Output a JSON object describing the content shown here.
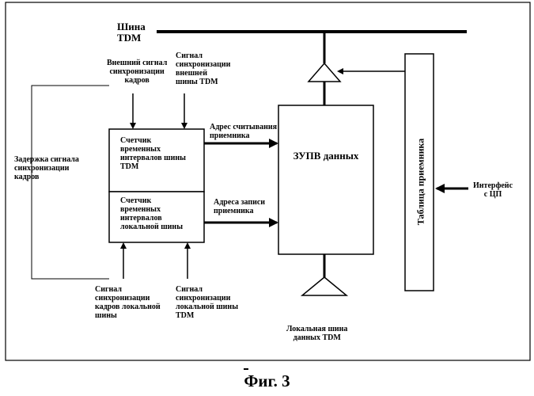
{
  "labels": {
    "tdm_bus": "Шина\nTDM",
    "ext_frame_sync": "Внешний сигнал\nсинхронизации\nкадров",
    "ext_bus_sync": "Сигнал\nсинхронизации\nвнешней\nшины TDM",
    "frame_delay": "Задержка сигнала\nсинхронизации\nкадров",
    "counter_tdm": "Счетчик\nвременных\nинтервалов шины\nTDM",
    "counter_local": "Счетчик\nвременных\nинтервалов\nлокальной шины",
    "read_address": "Адрес считывания\nприемника",
    "write_address": "Адреса записи\nприемника",
    "data_memory": "ЗУПВ данных",
    "receiver_table": "Таблица приемника",
    "cpu_interface": "Интерфейс\nс ЦП",
    "local_frame_sync": "Сигнал\nсинхронизации\nкадров локальной\nшины",
    "local_bus_sync": "Сигнал\nсинхронизации\nлокальной шины\nTDM",
    "local_data_bus": "Локальная шина\nданных TDM",
    "figure_caption": "Фиг. 3"
  }
}
